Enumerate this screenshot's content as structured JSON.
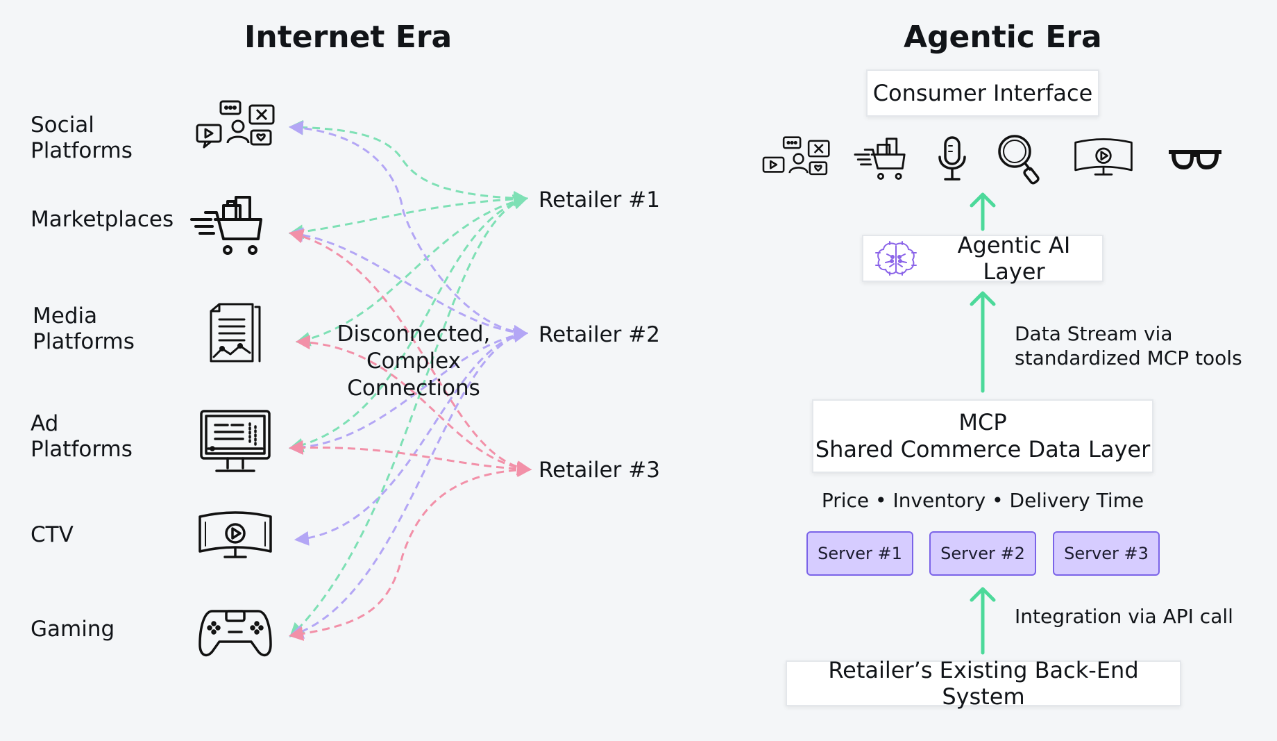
{
  "internet_era": {
    "title": "Internet Era",
    "channels": [
      {
        "label": "Social\nPlatforms",
        "icon": "social-media-icon"
      },
      {
        "label": "Marketplaces",
        "icon": "shopping-cart-icon"
      },
      {
        "label": "Media\nPlatforms",
        "icon": "document-chart-icon"
      },
      {
        "label": "Ad\nPlatforms",
        "icon": "monitor-icon"
      },
      {
        "label": "CTV",
        "icon": "curved-tv-icon"
      },
      {
        "label": "Gaming",
        "icon": "gamepad-icon"
      }
    ],
    "retailers": [
      "Retailer #1",
      "Retailer #2",
      "Retailer #3"
    ],
    "center_note": "Disconnected,\nComplex\nConnections",
    "colors": {
      "retailer1": "#7ee0b5",
      "retailer2": "#b3a6f5",
      "retailer3": "#f290a8"
    }
  },
  "agentic_era": {
    "title": "Agentic Era",
    "consumer_interface": "Consumer Interface",
    "interface_icons": [
      "social-media-icon",
      "shopping-cart-icon",
      "microphone-icon",
      "search-icon",
      "curved-tv-icon",
      "glasses-icon"
    ],
    "agentic_layer": "Agentic AI Layer",
    "data_stream_note": "Data Stream via\nstandardized MCP tools",
    "mcp_title": "MCP",
    "mcp_subtitle": "Shared Commerce Data Layer",
    "attributes": "Price • Inventory • Delivery Time",
    "servers": [
      "Server #1",
      "Server #2",
      "Server #3"
    ],
    "integration_note": "Integration via API call",
    "backend": "Retailer’s Existing Back-End System",
    "colors": {
      "arrow": "#4cd99a",
      "server_fill": "#d6ccff",
      "server_border": "#7a63e8",
      "brain": "#8a63e8"
    }
  }
}
